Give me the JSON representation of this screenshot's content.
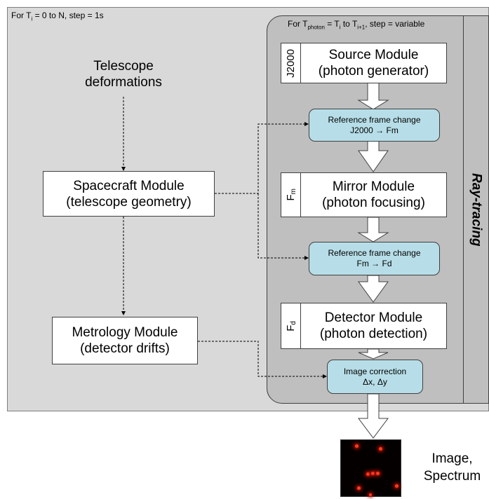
{
  "outer_loop": {
    "prefix": "For T",
    "sub": "i",
    "suffix": " = 0 to N, step = 1s"
  },
  "inner_loop": {
    "prefix": "For T",
    "sub1": "photon",
    "mid": " = T",
    "sub2": "i",
    "to": " to T",
    "sub3": "i+1",
    "suffix": ", step = variable"
  },
  "ray_tracing": "Ray-tracing",
  "telescope_deformations": {
    "line1": "Telescope",
    "line2": "deformations"
  },
  "spacecraft_module": {
    "line1": "Spacecraft Module",
    "line2": "(telescope geometry)"
  },
  "metrology_module": {
    "line1": "Metrology Module",
    "line2": "(detector drifts)"
  },
  "source_module": {
    "frame": "J2000",
    "line1": "Source Module",
    "line2": "(photon generator)"
  },
  "mirror_module": {
    "frame": "F",
    "frame_sub": "m",
    "line1": "Mirror Module",
    "line2": "(photon focusing)"
  },
  "detector_module": {
    "frame": "F",
    "frame_sub": "d",
    "line1": "Detector Module",
    "line2": "(photon detection)"
  },
  "frame_change_1": {
    "line1": "Reference frame change",
    "line2": "J2000 → Fm"
  },
  "frame_change_2": {
    "line1": "Reference frame change",
    "line2": "Fm → Fd"
  },
  "image_correction": {
    "line1": "Image correction",
    "line2": "Δx, Δy"
  },
  "output": {
    "line1": "Image,",
    "line2": "Spectrum"
  },
  "colors": {
    "outer_bg": "#d9d9d9",
    "inner_bg": "#bfbfbf",
    "step_box": "#b7dee8",
    "spot": "#ff3b1f"
  },
  "icons": {
    "output_thumbnail": "detector-image-thumbnail"
  }
}
